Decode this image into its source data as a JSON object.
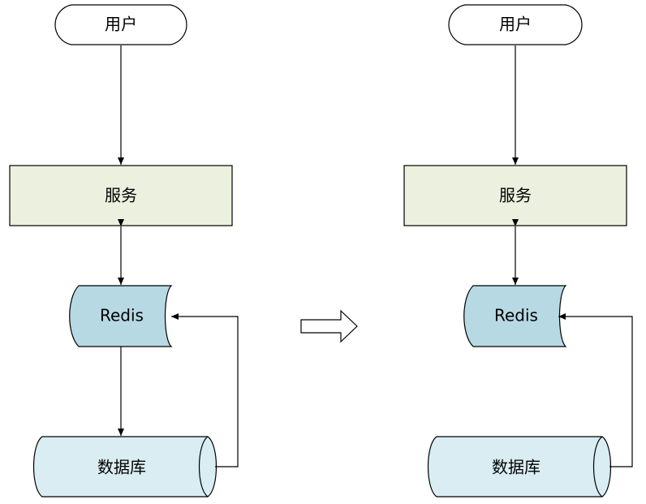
{
  "diagrams": [
    {
      "user_label": "用户",
      "service_label": "服务",
      "cache_label": "Redis",
      "database_label": "数据库"
    },
    {
      "user_label": "用户",
      "service_label": "服务",
      "cache_label": "Redis",
      "database_label": "数据库"
    }
  ],
  "colors": {
    "user_fill": "#ffffff",
    "service_fill": "#ebf1de",
    "cache_fill": "#b7d9e4",
    "database_fill": "#d9edf3",
    "line": "#000000"
  }
}
